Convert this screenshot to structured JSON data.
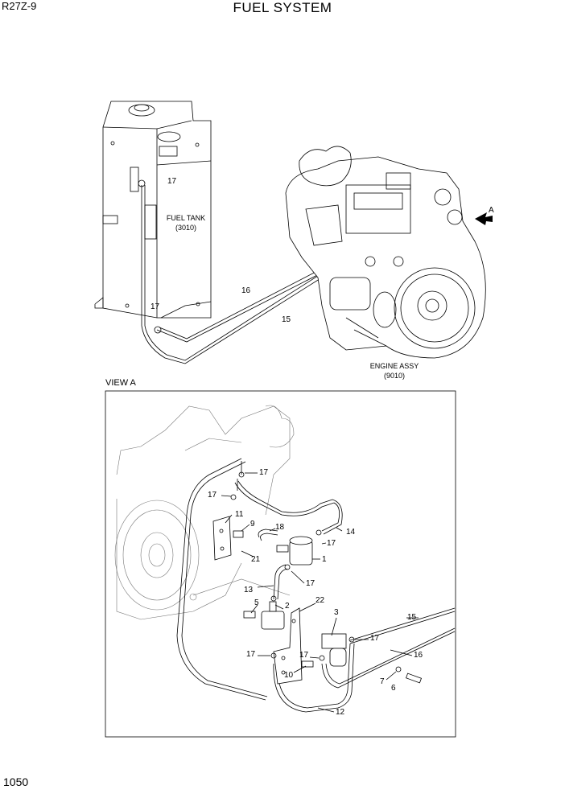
{
  "header": {
    "model": "R27Z-9",
    "title": "FUEL SYSTEM"
  },
  "footer": {
    "page": "1050"
  },
  "view_label": "VIEW A",
  "captions": {
    "fuel_tank": "FUEL TANK",
    "fuel_tank_code": "(3010)",
    "engine": "ENGINE ASSY",
    "engine_code": "(9010)",
    "arrow": "A"
  },
  "callouts_top": [
    "17",
    "17",
    "16",
    "15"
  ],
  "callouts_view": [
    "17",
    "17",
    "11",
    "9",
    "18",
    "14",
    "17",
    "1",
    "21",
    "13",
    "17",
    "5",
    "2",
    "22",
    "3",
    "15",
    "17",
    "17",
    "17",
    "10",
    "16",
    "7",
    "6",
    "12"
  ]
}
